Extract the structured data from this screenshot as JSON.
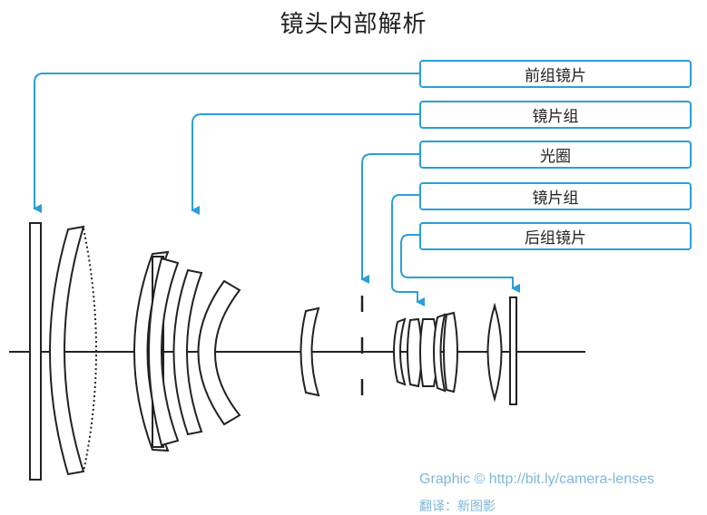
{
  "title": "镜头内部解析",
  "labels": {
    "front_group": "前组镜片",
    "group_1": "镜片组",
    "aperture": "光圈",
    "group_2": "镜片组",
    "rear_group": "后组镜片"
  },
  "credit": "Graphic © http://bit.ly/camera-lenses",
  "credit_partial": "翻译：新图影",
  "colors": {
    "accent": "#2a9fd8",
    "line": "#222222",
    "credit": "#7fb6da"
  }
}
